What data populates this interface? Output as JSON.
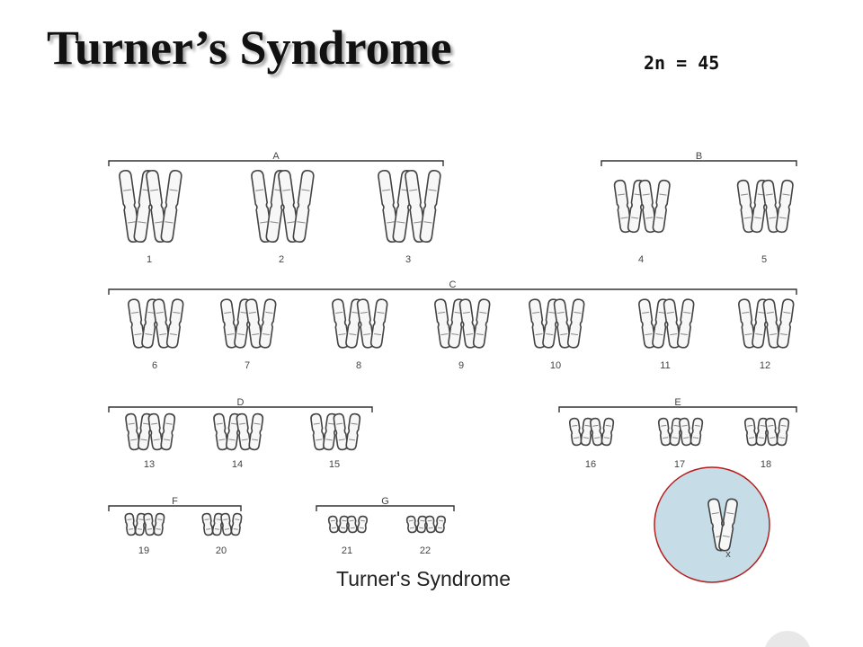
{
  "slide": {
    "title": "Turner’s Syndrome",
    "formula": "2n = 45",
    "caption": "Turner's Syndrome"
  },
  "colors": {
    "highlight_fill": "#c6dde8",
    "highlight_stroke": "#b52020",
    "line": "#333333"
  },
  "karyotype": {
    "groups": [
      {
        "label": "A",
        "pairs": [
          "1",
          "2",
          "3"
        ]
      },
      {
        "label": "B",
        "pairs": [
          "4",
          "5"
        ]
      },
      {
        "label": "C",
        "pairs": [
          "6",
          "7",
          "8",
          "9",
          "10",
          "11",
          "12"
        ]
      },
      {
        "label": "D",
        "pairs": [
          "13",
          "14",
          "15"
        ]
      },
      {
        "label": "E",
        "pairs": [
          "16",
          "17",
          "18"
        ]
      },
      {
        "label": "F",
        "pairs": [
          "19",
          "20"
        ]
      },
      {
        "label": "G",
        "pairs": [
          "21",
          "22"
        ]
      }
    ],
    "sex_chromosome": {
      "label": "x",
      "count": 1
    }
  }
}
